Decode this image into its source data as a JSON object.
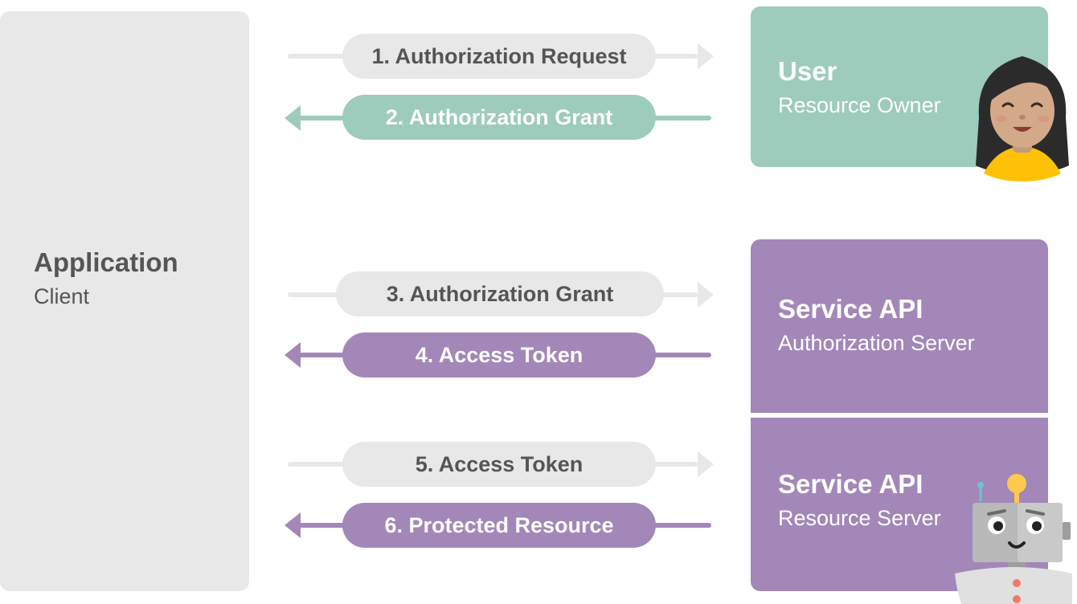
{
  "client": {
    "title": "Application",
    "subtitle": "Client"
  },
  "user": {
    "title": "User",
    "subtitle": "Resource Owner"
  },
  "auth_server": {
    "title": "Service API",
    "subtitle": "Authorization Server"
  },
  "resource_server": {
    "title": "Service API",
    "subtitle": "Resource Server"
  },
  "steps": [
    {
      "label": "1. Authorization Request",
      "direction": "right",
      "color": "gray"
    },
    {
      "label": "2. Authorization Grant",
      "direction": "left",
      "color": "teal"
    },
    {
      "label": "3. Authorization Grant",
      "direction": "right",
      "color": "gray"
    },
    {
      "label": "4. Access Token",
      "direction": "left",
      "color": "purple"
    },
    {
      "label": "5. Access Token",
      "direction": "right",
      "color": "gray"
    },
    {
      "label": "6. Protected Resource",
      "direction": "left",
      "color": "purple"
    }
  ],
  "colors": {
    "gray": "#e8e8e8",
    "teal": "#9dcbbc",
    "purple": "#a287b8",
    "dark_text": "#555555"
  },
  "icons": {
    "user_avatar": "woman-avatar-icon",
    "robot": "robot-icon"
  }
}
